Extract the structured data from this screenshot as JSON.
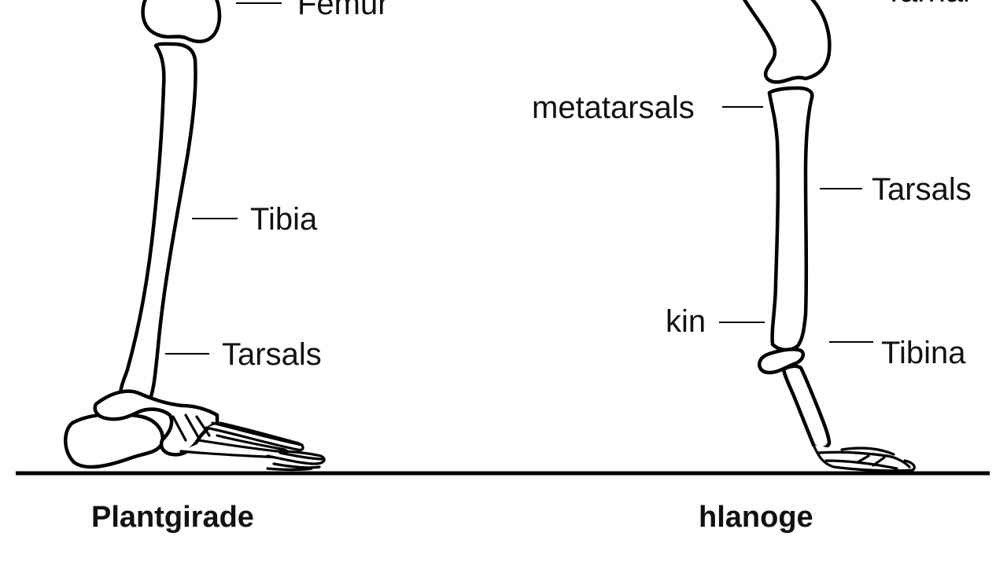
{
  "left_leg": {
    "labels": {
      "femur": "Femur",
      "tibia": "Tibia",
      "tarsals": "Tarsals"
    },
    "caption": "Plantgirade"
  },
  "right_leg": {
    "labels": {
      "top": "Tarnal",
      "metatarsals": "metatarsals",
      "tarsals": "Tarsals",
      "kin": "kin",
      "tibina": "Tibina"
    },
    "caption": "hlanoge"
  },
  "colors": {
    "line": "#000000",
    "background": "#ffffff"
  }
}
